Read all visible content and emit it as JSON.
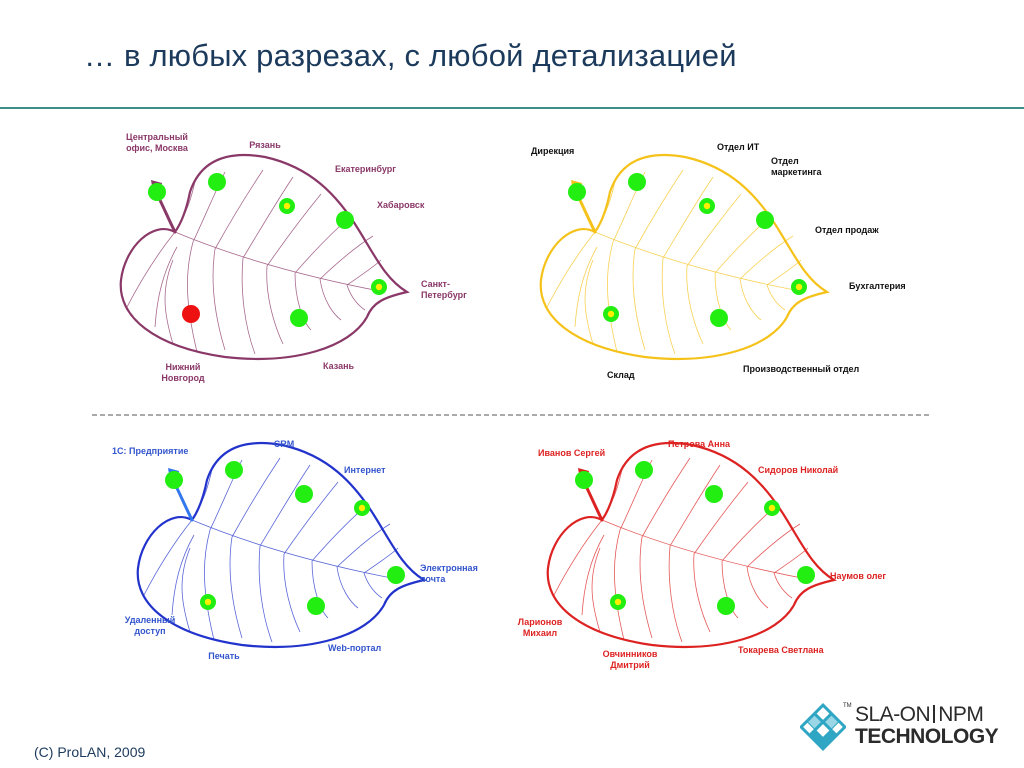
{
  "slide": {
    "title": "… в любых разрезах, с любой детализацией",
    "footer": "(С) ProLAN, 2009"
  },
  "logo": {
    "icon": "diamond-grid-logo-icon",
    "tm": "TM",
    "brand_part1": "SLA-ON",
    "brand_part2": "NPM",
    "brand_line2": "TECHNOLOGY",
    "color": "#2fa6c4"
  },
  "colors": {
    "status_ok": "#22ee11",
    "status_warning_center": "#ffee00",
    "status_critical": "#ee1111",
    "separator": "#555555"
  },
  "leaves": [
    {
      "id": "geography",
      "color": "#8a3868",
      "labels": {
        "stem": "Центральный\nофис, Москва",
        "top": "Рязань",
        "upper_right": "Екатеринбург",
        "right_upper": "Хабаровск",
        "tip": "Санкт-\nПетербург",
        "bottom_right": "Казань",
        "bottom_left": "Нижний\nНовгород"
      },
      "statuses": [
        "ok",
        "ok",
        "warning",
        "ok",
        "warning",
        "critical",
        "ok"
      ]
    },
    {
      "id": "departments",
      "color": "#f5c21a",
      "label_color": "#111111",
      "labels": {
        "stem": "Дирекция",
        "top": "Отдел ИТ",
        "upper_right": "Отдел\nмаркетинга",
        "right_upper": "Отдел продаж",
        "tip": "Бухгалтерия",
        "bottom_left": "Склад",
        "bottom_right": "Производственный отдел"
      },
      "statuses": [
        "ok",
        "ok",
        "warning",
        "ok",
        "warning",
        "warning",
        "ok"
      ]
    },
    {
      "id": "services",
      "color": "#2233cc",
      "label_color": "#3355cc",
      "stem_color": "#3377ee",
      "labels": {
        "stem": "1С: Предприятие",
        "top": "CRM",
        "upper_right": "Интернет",
        "tip": "Электронная\nпочта",
        "left": "Удаленный\nдоступ",
        "bottom_left": "Печать",
        "bottom_right": "Web-портал"
      },
      "statuses": [
        "ok",
        "ok",
        "ok",
        "warning",
        "ok",
        "warning",
        "ok"
      ]
    },
    {
      "id": "people",
      "color": "#dd2222",
      "labels": {
        "stem": "Иванов Сергей",
        "top": "Петрова Анна",
        "upper_right": "Сидоров Николай",
        "tip": "Наумов олег",
        "left": "Ларионов\nМихаил",
        "bottom_left": "Овчинников\nДмитрий",
        "bottom_right": "Токарева Светлана"
      },
      "statuses": [
        "ok",
        "ok",
        "ok",
        "warning",
        "ok",
        "warning",
        "ok"
      ]
    }
  ]
}
